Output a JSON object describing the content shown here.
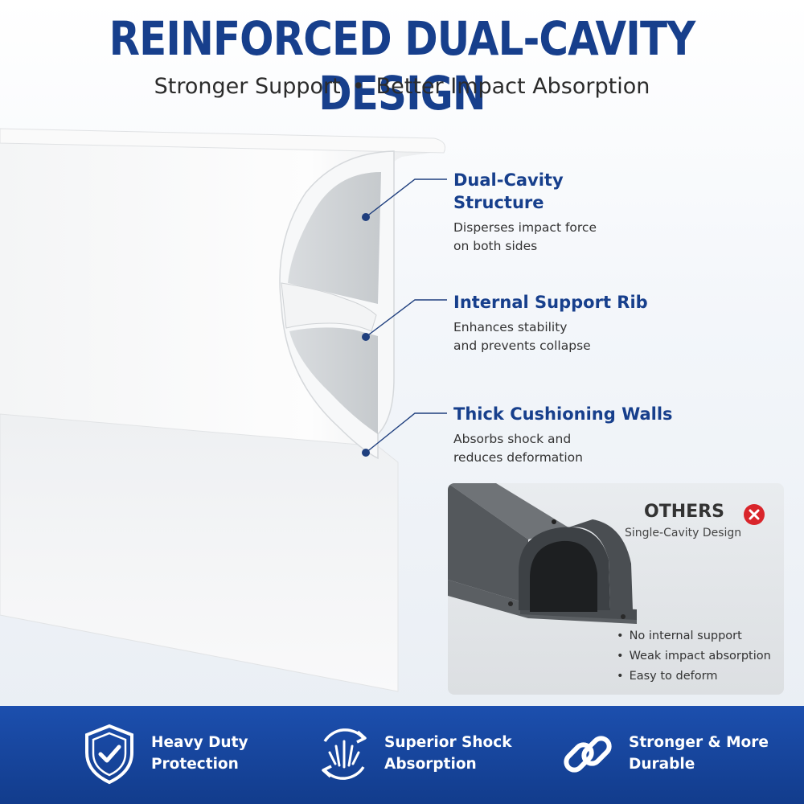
{
  "header": {
    "title": "REINFORCED DUAL-CAVITY DESIGN",
    "subtitle_left": "Stronger Support",
    "subtitle_sep": "•",
    "subtitle_right": "Better Impact Absorption"
  },
  "callouts": [
    {
      "title": "Dual-Cavity\nStructure",
      "desc": "Disperses impact force\non both sides"
    },
    {
      "title": "Internal Support Rib",
      "desc": "Enhances stability\nand prevents collapse"
    },
    {
      "title": "Thick Cushioning Walls",
      "desc": "Absorbs shock and\nreduces deformation"
    }
  ],
  "comparison": {
    "title": "OTHERS",
    "subtitle": "Single-Cavity Design",
    "bullets": [
      "No internal support",
      "Weak impact absorption",
      "Easy to deform"
    ]
  },
  "features": [
    {
      "label": "Heavy Duty\nProtection",
      "icon": "shield-check-icon"
    },
    {
      "label": "Superior Shock\nAbsorption",
      "icon": "shock-cycle-icon"
    },
    {
      "label": "Stronger & More\nDurable",
      "icon": "chain-link-icon"
    }
  ],
  "colors": {
    "brand_blue": "#173f8c",
    "banner_blue": "#1c4fae",
    "error_red": "#d9252b"
  }
}
